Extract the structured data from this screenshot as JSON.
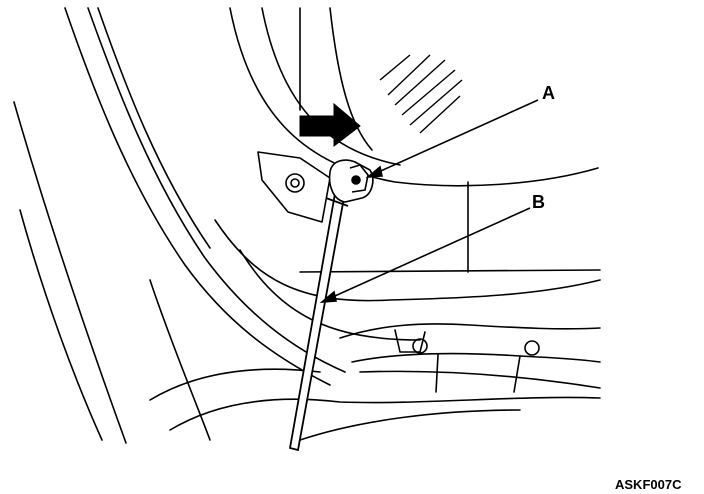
{
  "callouts": {
    "a": "A",
    "b": "B"
  },
  "figure_code": "ASKF007C",
  "colors": {
    "line": "#000000",
    "background": "#ffffff"
  }
}
